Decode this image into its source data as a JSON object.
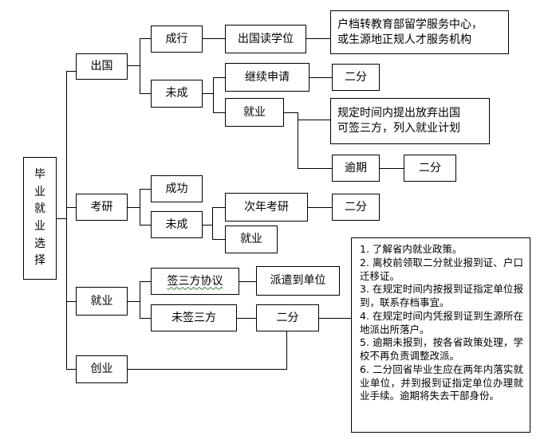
{
  "root": {
    "chars": [
      "毕",
      "业",
      "就",
      "业",
      "选",
      "择"
    ]
  },
  "branches": {
    "abroad": {
      "label": "出国",
      "success": {
        "label": "成行",
        "action": "出国读学位",
        "result_lines": [
          "户档转教育部留学服务中心，",
          "或生源地正规人才服务机构"
        ]
      },
      "fail": {
        "label": "未成",
        "continue": {
          "label": "继续申请",
          "result": "二分"
        },
        "employ": {
          "label": "就业",
          "note_lines": [
            "规定时间内提出放弃出国",
            "可签三方，列入就业计划"
          ],
          "overdue": {
            "label": "逾期",
            "result": "二分"
          }
        }
      }
    },
    "grad_exam": {
      "label": "考研",
      "success": {
        "label": "成功"
      },
      "fail": {
        "label": "未成",
        "next_year": {
          "label": "次年考研",
          "result": "二分"
        },
        "employ": {
          "label": "就业"
        }
      }
    },
    "employment": {
      "label": "就业",
      "signed": {
        "label": "签三方协议",
        "result": "派遣到单位"
      },
      "unsigned": {
        "label": "未签三方",
        "result": "二分"
      }
    },
    "startup": {
      "label": "创业"
    }
  },
  "notes": [
    "1. 了解省内就业政策。",
    "2. 离校前领取二分就业报到证、户口迁移证。",
    "3. 在规定时间内按报到证指定单位报到，联系存档事宜。",
    "4. 在规定时间内凭报到证到生源所在地派出所落户。",
    "5. 逾期未报到，按各省政策处理，学校不再负责调整改派。",
    "6. 二分回省毕业生应在两年内落实就业单位，并到报到证指定单位办理就业手续。逾期将失去干部身份。"
  ]
}
